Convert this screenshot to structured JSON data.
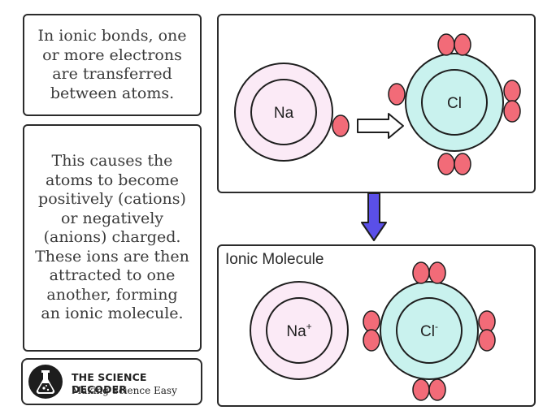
{
  "text_boxes": {
    "intro": "In ionic bonds, one\nor more electrons\nare transferred\nbetween atoms.",
    "explanation": "This causes the\natoms to become\npositively (cations)\nor negatively\n(anions) charged.\nThese ions are then\nattracted to one\nanother, forming\nan ionic molecule."
  },
  "logo": {
    "title": "THE SCIENCE DECODER",
    "subtitle": "Making Science Easy"
  },
  "diagram": {
    "before": {
      "atom_left": "Na",
      "atom_right": "Cl"
    },
    "after": {
      "title": "Ionic Molecule",
      "ion_left": {
        "symbol": "Na",
        "charge": "+"
      },
      "ion_right": {
        "symbol": "Cl",
        "charge": "-"
      }
    },
    "colors": {
      "sodium_fill": "#fbeaf6",
      "chlorine_fill": "#c9f2ee",
      "electron_fill": "#f26b78",
      "down_arrow": "#5a4fe8",
      "outline": "#1e1e1e"
    }
  }
}
